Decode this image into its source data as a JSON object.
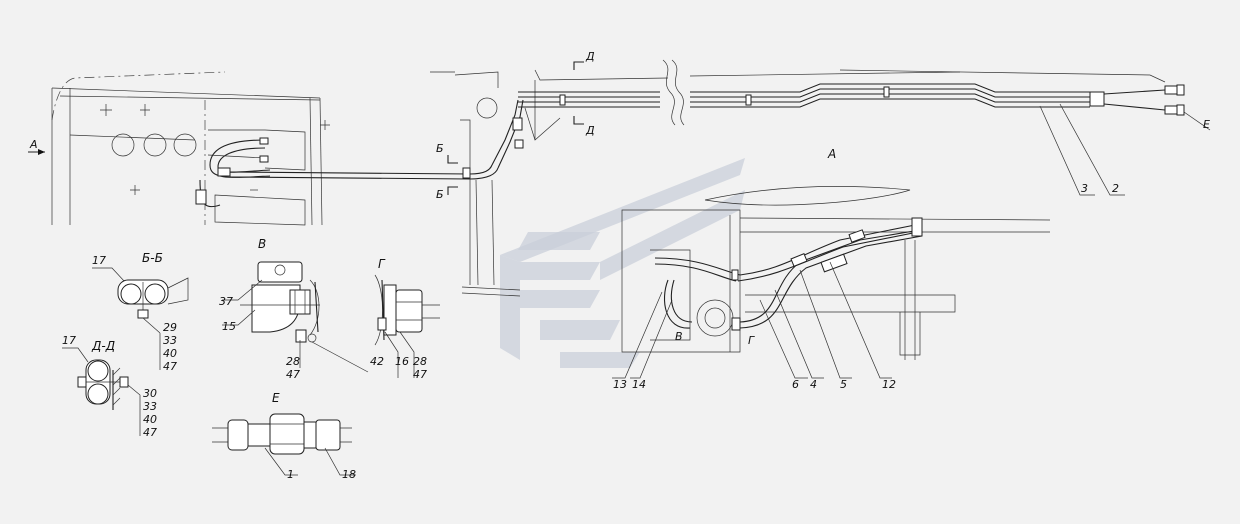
{
  "colors": {
    "background": "#f2f2f2",
    "line": "#222222",
    "watermark": "#c9cfd9"
  },
  "watermark": {
    "icon": "logo-chevron-icon"
  },
  "labels": {
    "A_arrow": "А",
    "B_cut_top": "Б",
    "B_cut_bottom": "Б",
    "D_cut_top": "Д",
    "D_cut_bottom": "Д",
    "E_ref": "Е",
    "A_view": "А",
    "V_ref": "В",
    "G_ref": "Г",
    "view_B": "В",
    "view_G": "Г",
    "section_BB": "Б-Б",
    "section_DD": "Д-Д",
    "view_E": "Е"
  },
  "callouts": {
    "p2": "2",
    "p3": "3",
    "p13": "13",
    "p14": "14",
    "p6": "6",
    "p4": "4",
    "p5": "5",
    "p12": "12",
    "bb_17": "17",
    "bb_29": "29",
    "bb_33": "33",
    "bb_40": "40",
    "bb_47": "47",
    "dd_17": "17",
    "dd_30": "30",
    "dd_33": "33",
    "dd_40": "40",
    "dd_47": "47",
    "v_37": "37",
    "v_15": "15",
    "v_28": "28",
    "v_47": "47",
    "v_42": "42",
    "g_16": "16",
    "g_28": "28",
    "g_47": "47",
    "e_1": "1",
    "e_18": "18"
  }
}
